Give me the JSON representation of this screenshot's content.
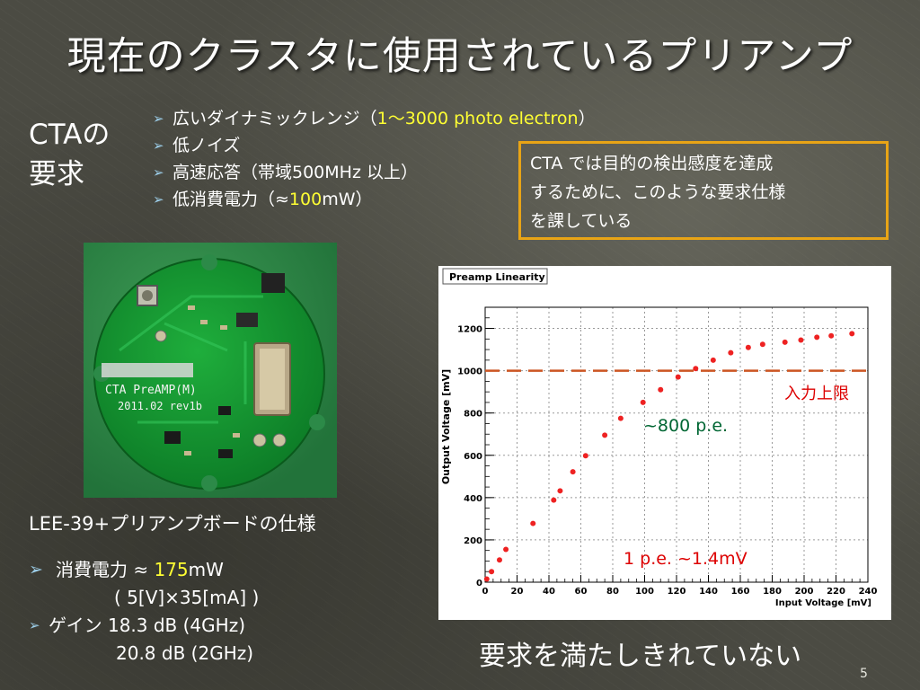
{
  "slide": {
    "title": "現在のクラスタに使用されているプリアンプ",
    "page_number": "5"
  },
  "requirements": {
    "heading_line1": "CTAの",
    "heading_line2": "要求",
    "items": [
      {
        "pre": "広いダイナミックレンジ（",
        "highlight": "1～3000 photo electron",
        "post": "）"
      },
      {
        "pre": "低ノイズ",
        "highlight": "",
        "post": ""
      },
      {
        "pre": "高速応答（帯域500MHz 以上）",
        "highlight": "",
        "post": ""
      },
      {
        "pre": "低消費電力（≈",
        "highlight": "100",
        "post": "mW）"
      }
    ],
    "highlight_color": "#ffff33"
  },
  "callout": {
    "line1": "CTA では目的の検出感度を達成",
    "line2": "するために、このような要求仕様",
    "line3": "を課している",
    "border_color": "#e8a416"
  },
  "board": {
    "silk_title": "CTA PreAMP(M)",
    "silk_date": "2011.02 rev1b",
    "caption": "LEE-39+プリアンプボードの仕様",
    "power_label": "消費電力",
    "power_approx": " ≈ ",
    "power_value": "175",
    "power_unit": "mW",
    "power_detail": "( 5[V]×35[mA] )",
    "gain_label": "ゲイン",
    "gain_1": "18.3 dB (4GHz)",
    "gain_2": "20.8 dB (2GHz)"
  },
  "conclusion": "要求を満たしきれていない",
  "chart_data": {
    "type": "scatter",
    "title": "Preamp Linearity",
    "xlabel": "Input Voltage [mV]",
    "ylabel": "Output Voltage [mV]",
    "xlim": [
      0,
      240
    ],
    "ylim": [
      0,
      1300
    ],
    "xticks": [
      0,
      20,
      40,
      60,
      80,
      100,
      120,
      140,
      160,
      180,
      200,
      220,
      240
    ],
    "yticks": [
      0,
      200,
      400,
      600,
      800,
      1000,
      1200
    ],
    "grid": true,
    "marker_color": "#ee2222",
    "points": [
      [
        1,
        15
      ],
      [
        4,
        50
      ],
      [
        9,
        105
      ],
      [
        13,
        155
      ],
      [
        30,
        278
      ],
      [
        43,
        388
      ],
      [
        47,
        432
      ],
      [
        55,
        522
      ],
      [
        63,
        598
      ],
      [
        75,
        695
      ],
      [
        85,
        775
      ],
      [
        99,
        850
      ],
      [
        110,
        910
      ],
      [
        121,
        970
      ],
      [
        132,
        1010
      ],
      [
        143,
        1050
      ],
      [
        154,
        1085
      ],
      [
        165,
        1110
      ],
      [
        174,
        1125
      ],
      [
        188,
        1135
      ],
      [
        198,
        1145
      ],
      [
        208,
        1158
      ],
      [
        217,
        1165
      ],
      [
        230,
        1175
      ]
    ],
    "limit_line": {
      "y": 1000,
      "label": "入力上限",
      "color": "#cc5522",
      "label_color": "#dd0000"
    },
    "annotations": [
      {
        "text": "~800 p.e.",
        "color": "#006633"
      },
      {
        "text": "1 p.e. ~1.4mV",
        "color": "#dd0000"
      }
    ]
  }
}
